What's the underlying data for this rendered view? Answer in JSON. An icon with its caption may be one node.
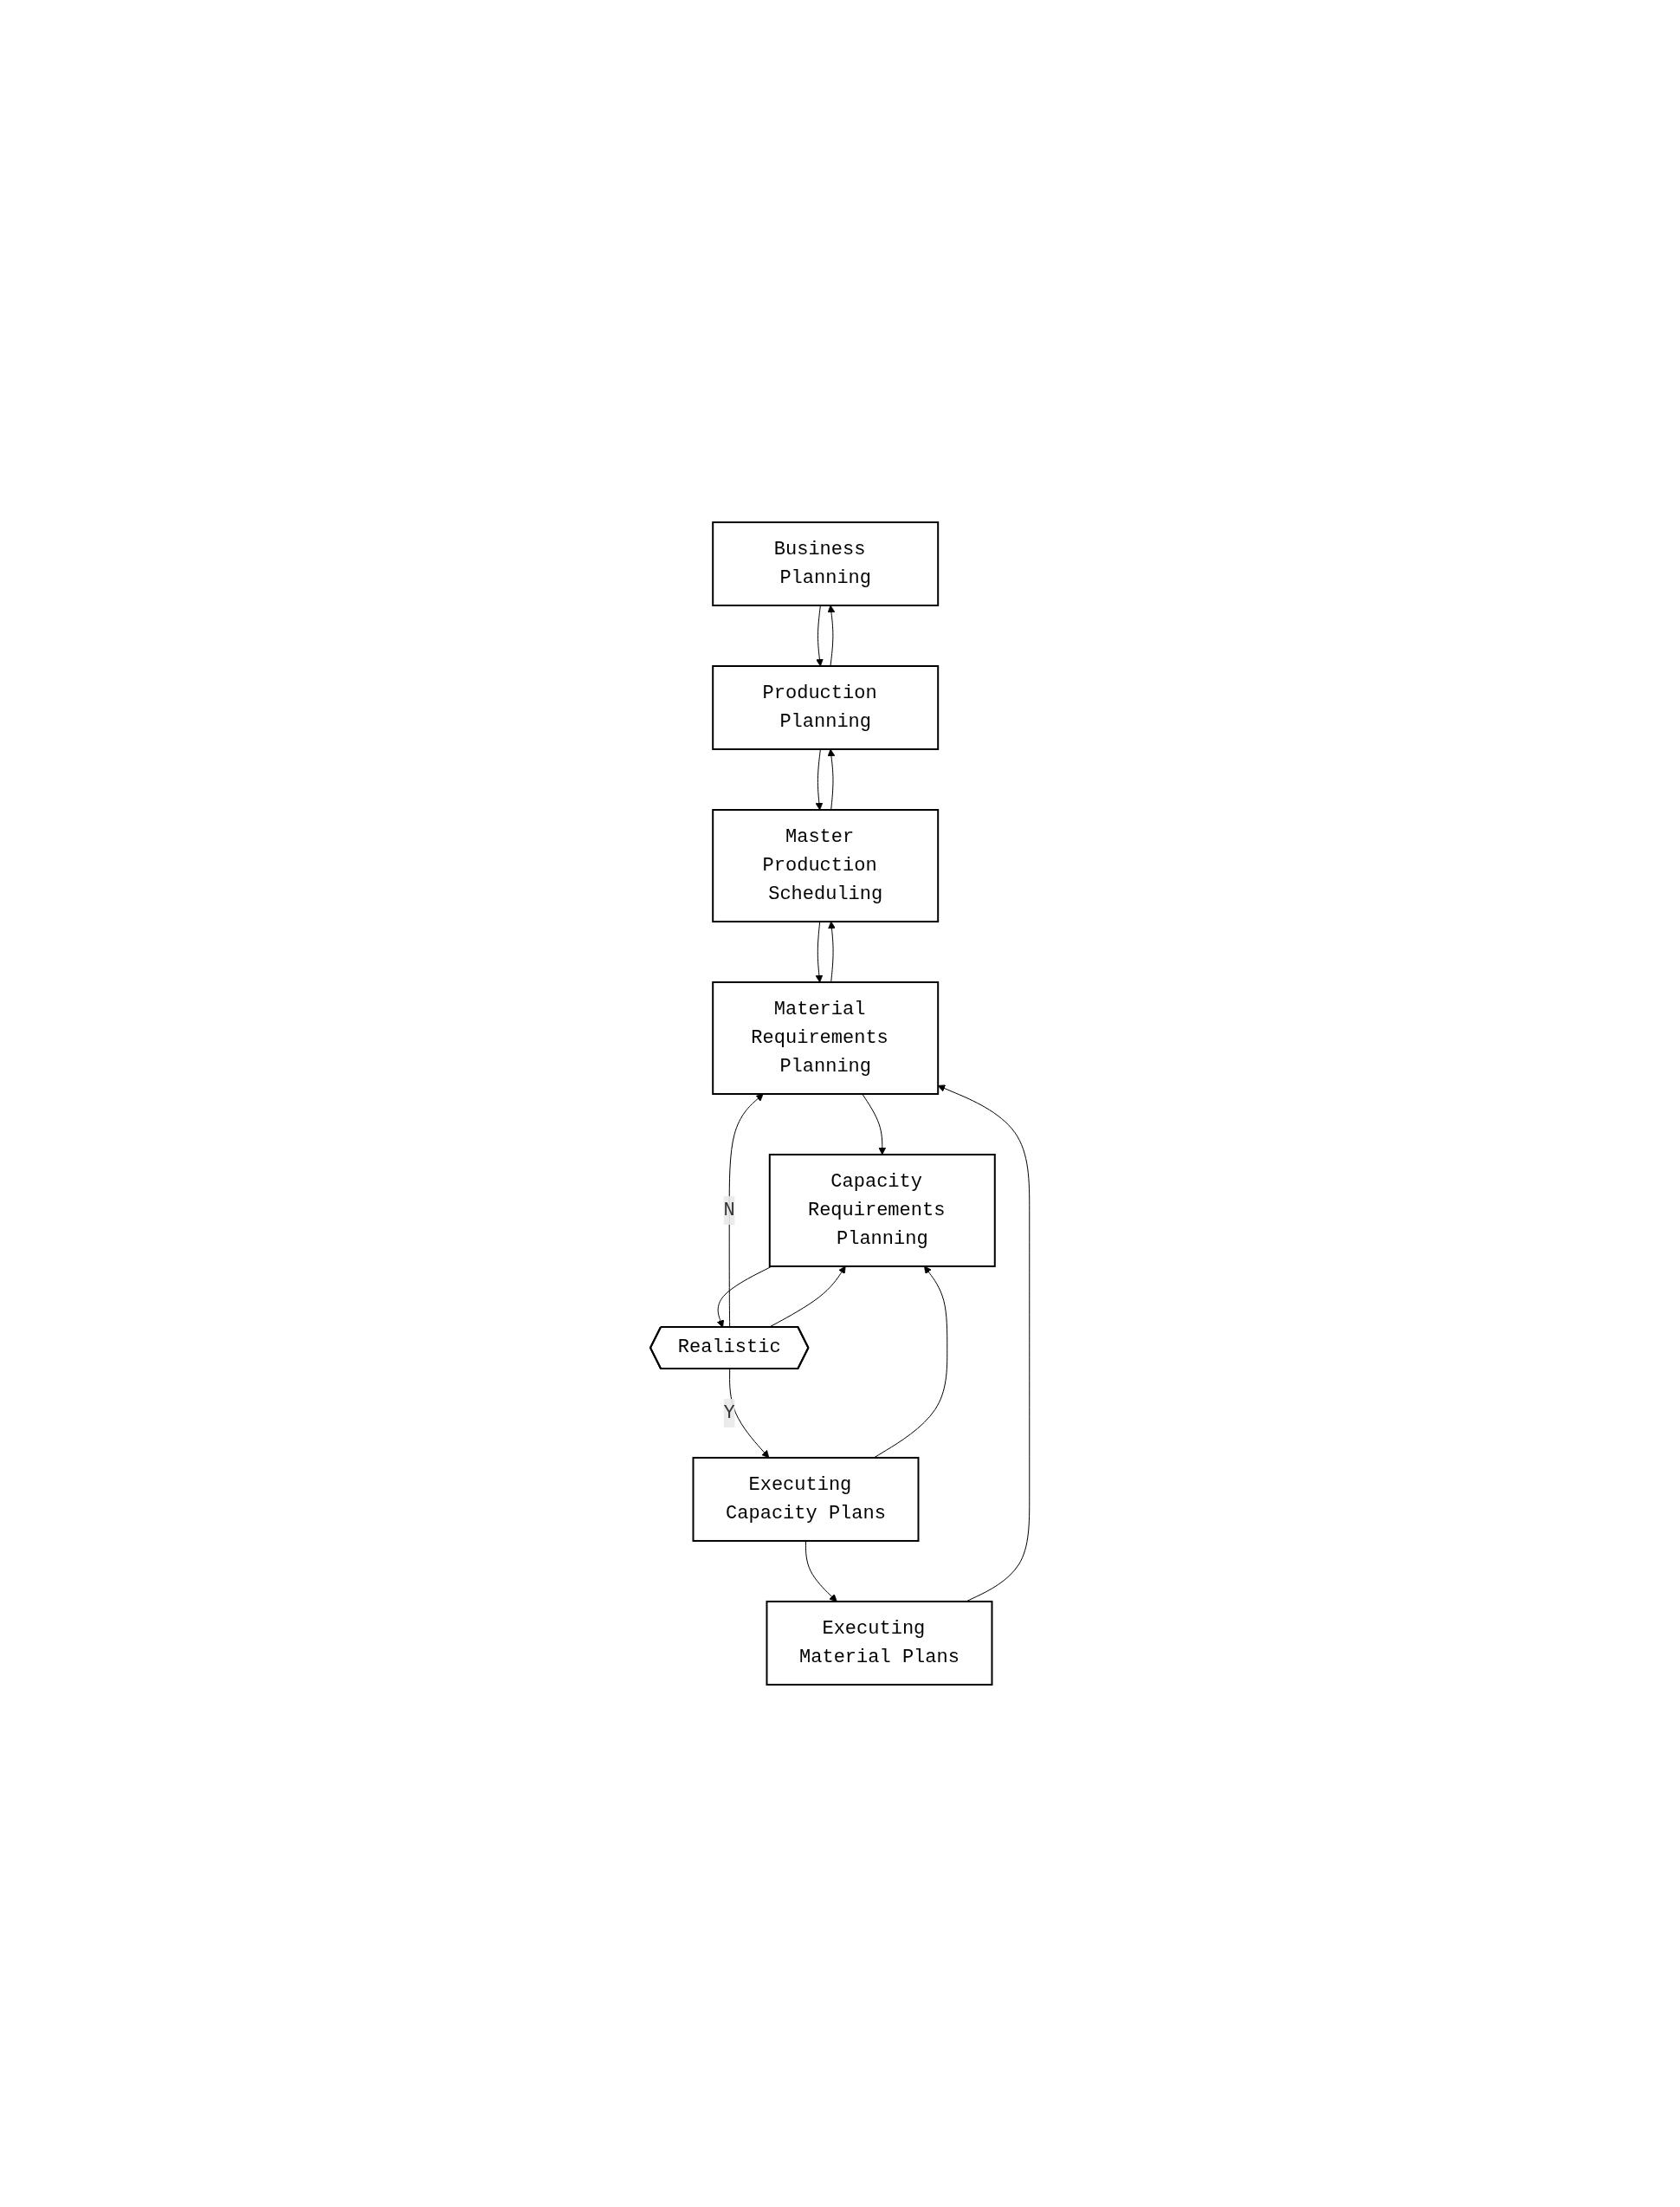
{
  "diagram": {
    "nodes": [
      {
        "text": [
          "Business Planning"
        ]
      },
      {
        "text": [
          "Production Planning"
        ]
      },
      {
        "text": [
          "Master Production Scheduling"
        ]
      },
      {
        "text": [
          "Material Requirements Planning"
        ]
      },
      {
        "text": [
          "Capacity Requirements Planning"
        ]
      },
      {
        "text": [
          "Realistic"
        ]
      },
      {
        "text": [
          "Executing Capacity Plans"
        ]
      },
      {
        "text": [
          "Executing Material Plans"
        ]
      }
    ],
    "edges": [
      {
        "from": 0,
        "to": 1,
        "arrow": "to"
      },
      {
        "from": 1,
        "to": 2,
        "arrow": "to"
      },
      {
        "from": 2,
        "to": 3,
        "arrow": "to"
      },
      {
        "from": 3,
        "to": 4,
        "arrow": "to"
      },
      {
        "from": 4,
        "to": 5,
        "arrow": "to"
      },
      {
        "from": 5,
        "to": 6,
        "label": "Y",
        "arrow": "to"
      },
      {
        "from": 6,
        "to": 7,
        "arrow": "to"
      },
      {
        "from": 1,
        "to": 0,
        "arrow": "to"
      },
      {
        "from": 2,
        "to": 1,
        "arrow": "to"
      },
      {
        "from": 3,
        "to": 2,
        "arrow": "to"
      },
      {
        "from": 5,
        "to": 3,
        "label": "N",
        "arrow": "to"
      },
      {
        "from": 5,
        "to": 4,
        "arrow": "to"
      },
      {
        "from": 6,
        "to": 4,
        "arrow": "to"
      },
      {
        "from": 7,
        "to": 3,
        "arrow": "to"
      }
    ]
  }
}
